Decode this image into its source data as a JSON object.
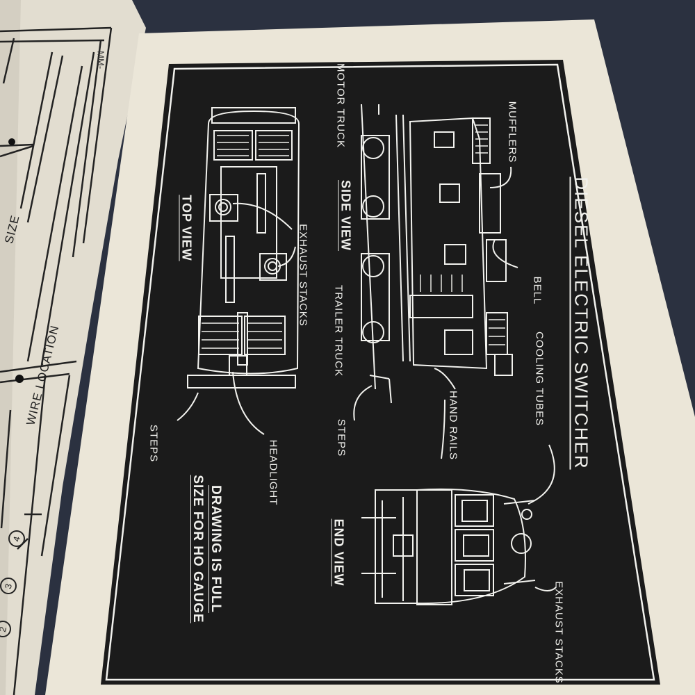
{
  "left_page": {
    "initials": "-MM-",
    "size_fragment": "SIZE",
    "wire_location": "WIRE LOCATION",
    "numbers": [
      "4",
      "3",
      "2"
    ]
  },
  "plate": {
    "title": "DIESEL ELECTRIC SWITCHER",
    "views": {
      "top": "TOP VIEW",
      "side": "SIDE VIEW",
      "end": "END VIEW"
    },
    "callouts": {
      "motor_truck": "MOTOR TRUCK",
      "mufflers": "MUFFLERS",
      "exhaust_stacks_top": "EXHAUST STACKS",
      "trailer_truck": "TRAILER TRUCK",
      "bell": "BELL",
      "cooling_tubes": "COOLING TUBES",
      "steps_top": "STEPS",
      "headlight": "HEADLIGHT",
      "steps_side": "STEPS",
      "hand_rails": "HAND RAILS",
      "exhaust_stacks_end": "EXHAUST STACKS"
    },
    "note_line1": "DRAWING IS FULL",
    "note_line2": "SIZE FOR HO GAUGE"
  },
  "colors": {
    "background": "#2b3140",
    "paper": "#ebe6d8",
    "plate": "#1b1b1b",
    "ink": "#f2f2ee"
  }
}
